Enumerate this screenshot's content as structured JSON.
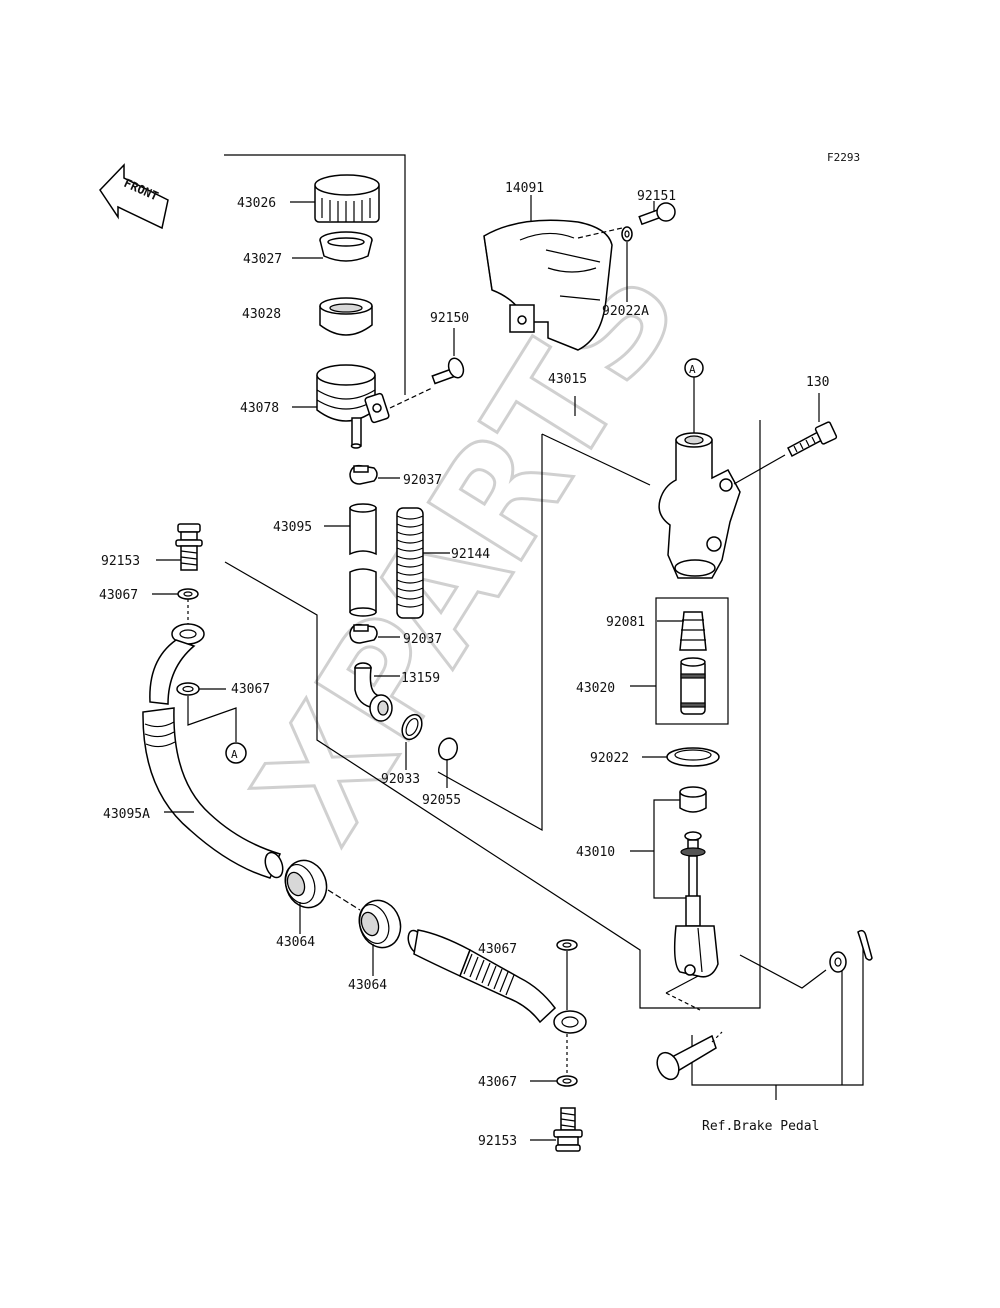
{
  "figure_code": "F2293",
  "front_label": "FRONT",
  "watermark": "XPARTS",
  "ref_marker": "A",
  "reference_note": "Ref.Brake Pedal",
  "part_labels": [
    {
      "id": "p43026",
      "text": "43026"
    },
    {
      "id": "p43027",
      "text": "43027"
    },
    {
      "id": "p43028",
      "text": "43028"
    },
    {
      "id": "p43078",
      "text": "43078"
    },
    {
      "id": "p14091",
      "text": "14091"
    },
    {
      "id": "p92151",
      "text": "92151"
    },
    {
      "id": "p92022A",
      "text": "92022A"
    },
    {
      "id": "p92150",
      "text": "92150"
    },
    {
      "id": "p43015",
      "text": "43015"
    },
    {
      "id": "p130",
      "text": "130"
    },
    {
      "id": "p92037a",
      "text": "92037"
    },
    {
      "id": "p43095",
      "text": "43095"
    },
    {
      "id": "p92144",
      "text": "92144"
    },
    {
      "id": "p92037b",
      "text": "92037"
    },
    {
      "id": "p13159",
      "text": "13159"
    },
    {
      "id": "p92033",
      "text": "92033"
    },
    {
      "id": "p92055",
      "text": "92055"
    },
    {
      "id": "p92153a",
      "text": "92153"
    },
    {
      "id": "p43067a",
      "text": "43067"
    },
    {
      "id": "p43067b",
      "text": "43067"
    },
    {
      "id": "p43095A",
      "text": "43095A"
    },
    {
      "id": "p43064a",
      "text": "43064"
    },
    {
      "id": "p43064b",
      "text": "43064"
    },
    {
      "id": "p43067c",
      "text": "43067"
    },
    {
      "id": "p43067d",
      "text": "43067"
    },
    {
      "id": "p92153b",
      "text": "92153"
    },
    {
      "id": "p92081",
      "text": "92081"
    },
    {
      "id": "p43020",
      "text": "43020"
    },
    {
      "id": "p92022",
      "text": "92022"
    },
    {
      "id": "p43010",
      "text": "43010"
    }
  ]
}
